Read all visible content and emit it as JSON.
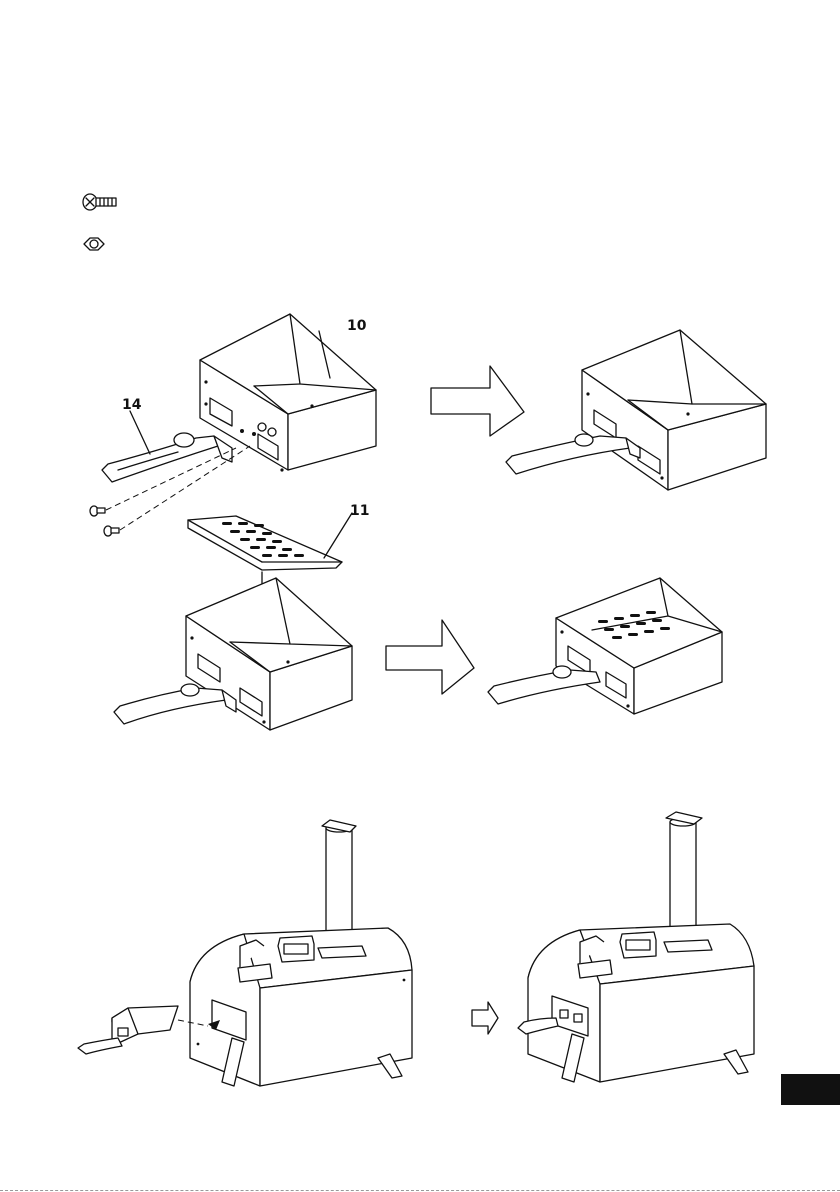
{
  "callouts": {
    "frame_part": "10",
    "handle_part": "14",
    "grate_part": "11"
  },
  "hardware_icons": [
    "screw-icon",
    "nut-icon"
  ],
  "colors": {
    "ink": "#111111",
    "paper": "#ffffff"
  }
}
